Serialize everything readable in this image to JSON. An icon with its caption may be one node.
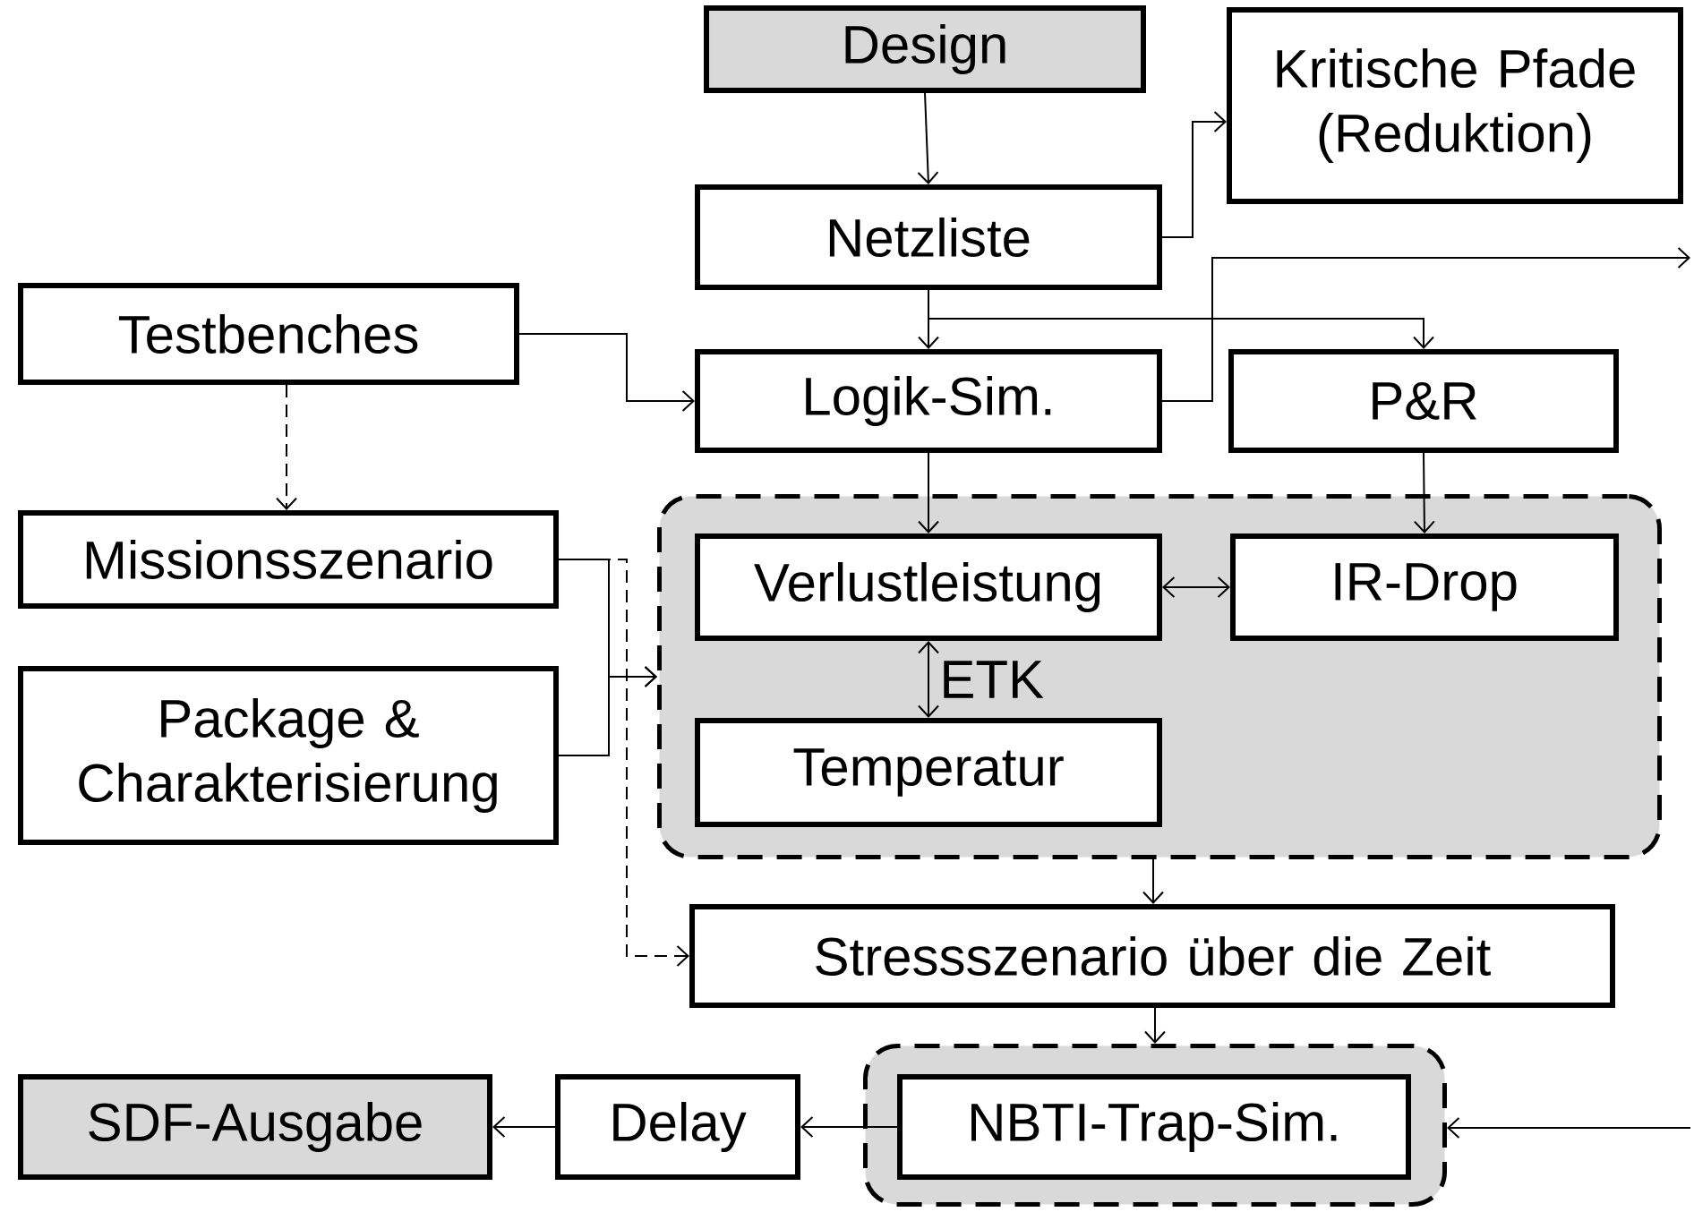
{
  "diagram": {
    "nodes": [
      {
        "text": [
          "Design"
        ]
      },
      {
        "text": [
          "Kritische Pfade (Reduktion)"
        ]
      },
      {
        "text": [
          "Netzliste"
        ]
      },
      {
        "text": [
          "Testbenches"
        ]
      },
      {
        "text": [
          "Logik-Sim."
        ]
      },
      {
        "text": [
          "P&R"
        ]
      },
      {
        "text": [],
        "shape": "box"
      },
      {
        "text": [
          "Verlustleistung"
        ],
        "in": 6
      },
      {
        "text": [
          "IR-Drop"
        ],
        "in": 6
      },
      {
        "text": [
          "Temperatur"
        ],
        "in": 6
      },
      {
        "text": [
          "Missionsszenario"
        ]
      },
      {
        "text": [
          "Package & Charakterisierung"
        ]
      },
      {
        "text": [
          "Stressszenario über die Zeit"
        ]
      },
      {
        "text": [],
        "shape": "box"
      },
      {
        "text": [
          "NBTI-Trap-Sim."
        ],
        "in": 13
      },
      {
        "text": [
          "Delay"
        ]
      },
      {
        "text": [
          "SDF-Ausgabe"
        ]
      }
    ],
    "edges": [
      {
        "from": 0,
        "to": 2,
        "arrow": "to"
      },
      {
        "from": 2,
        "to": 1,
        "arrow": "to"
      },
      {
        "from": 2,
        "to": 4,
        "arrow": "to"
      },
      {
        "from": 2,
        "to": 5,
        "arrow": "to"
      },
      {
        "from": 3,
        "to": 4,
        "arrow": "to"
      },
      {
        "from": 4,
        "to": null,
        "arrow": "to"
      },
      {
        "from": 4,
        "to": 7,
        "arrow": "to"
      },
      {
        "from": 5,
        "to": 8,
        "arrow": "to"
      },
      {
        "from": 7,
        "to": 8,
        "arrow": "both"
      },
      {
        "from": 7,
        "to": 9,
        "arrow": "both",
        "label": "ETK"
      },
      {
        "from": 10,
        "to": 6,
        "arrow": "to"
      },
      {
        "from": 11,
        "to": 6,
        "arrow": "to"
      },
      {
        "from": 3,
        "to": 10,
        "arrow": "to",
        "style": "dashed"
      },
      {
        "from": 10,
        "to": 12,
        "arrow": "to",
        "style": "dashed"
      },
      {
        "from": 6,
        "to": 12,
        "arrow": "to"
      },
      {
        "from": 12,
        "to": 13,
        "arrow": "to"
      },
      {
        "from": 14,
        "to": 15,
        "arrow": "to"
      },
      {
        "from": 15,
        "to": 16,
        "arrow": "to"
      },
      {
        "from": null,
        "to": 13,
        "arrow": "to"
      }
    ]
  }
}
